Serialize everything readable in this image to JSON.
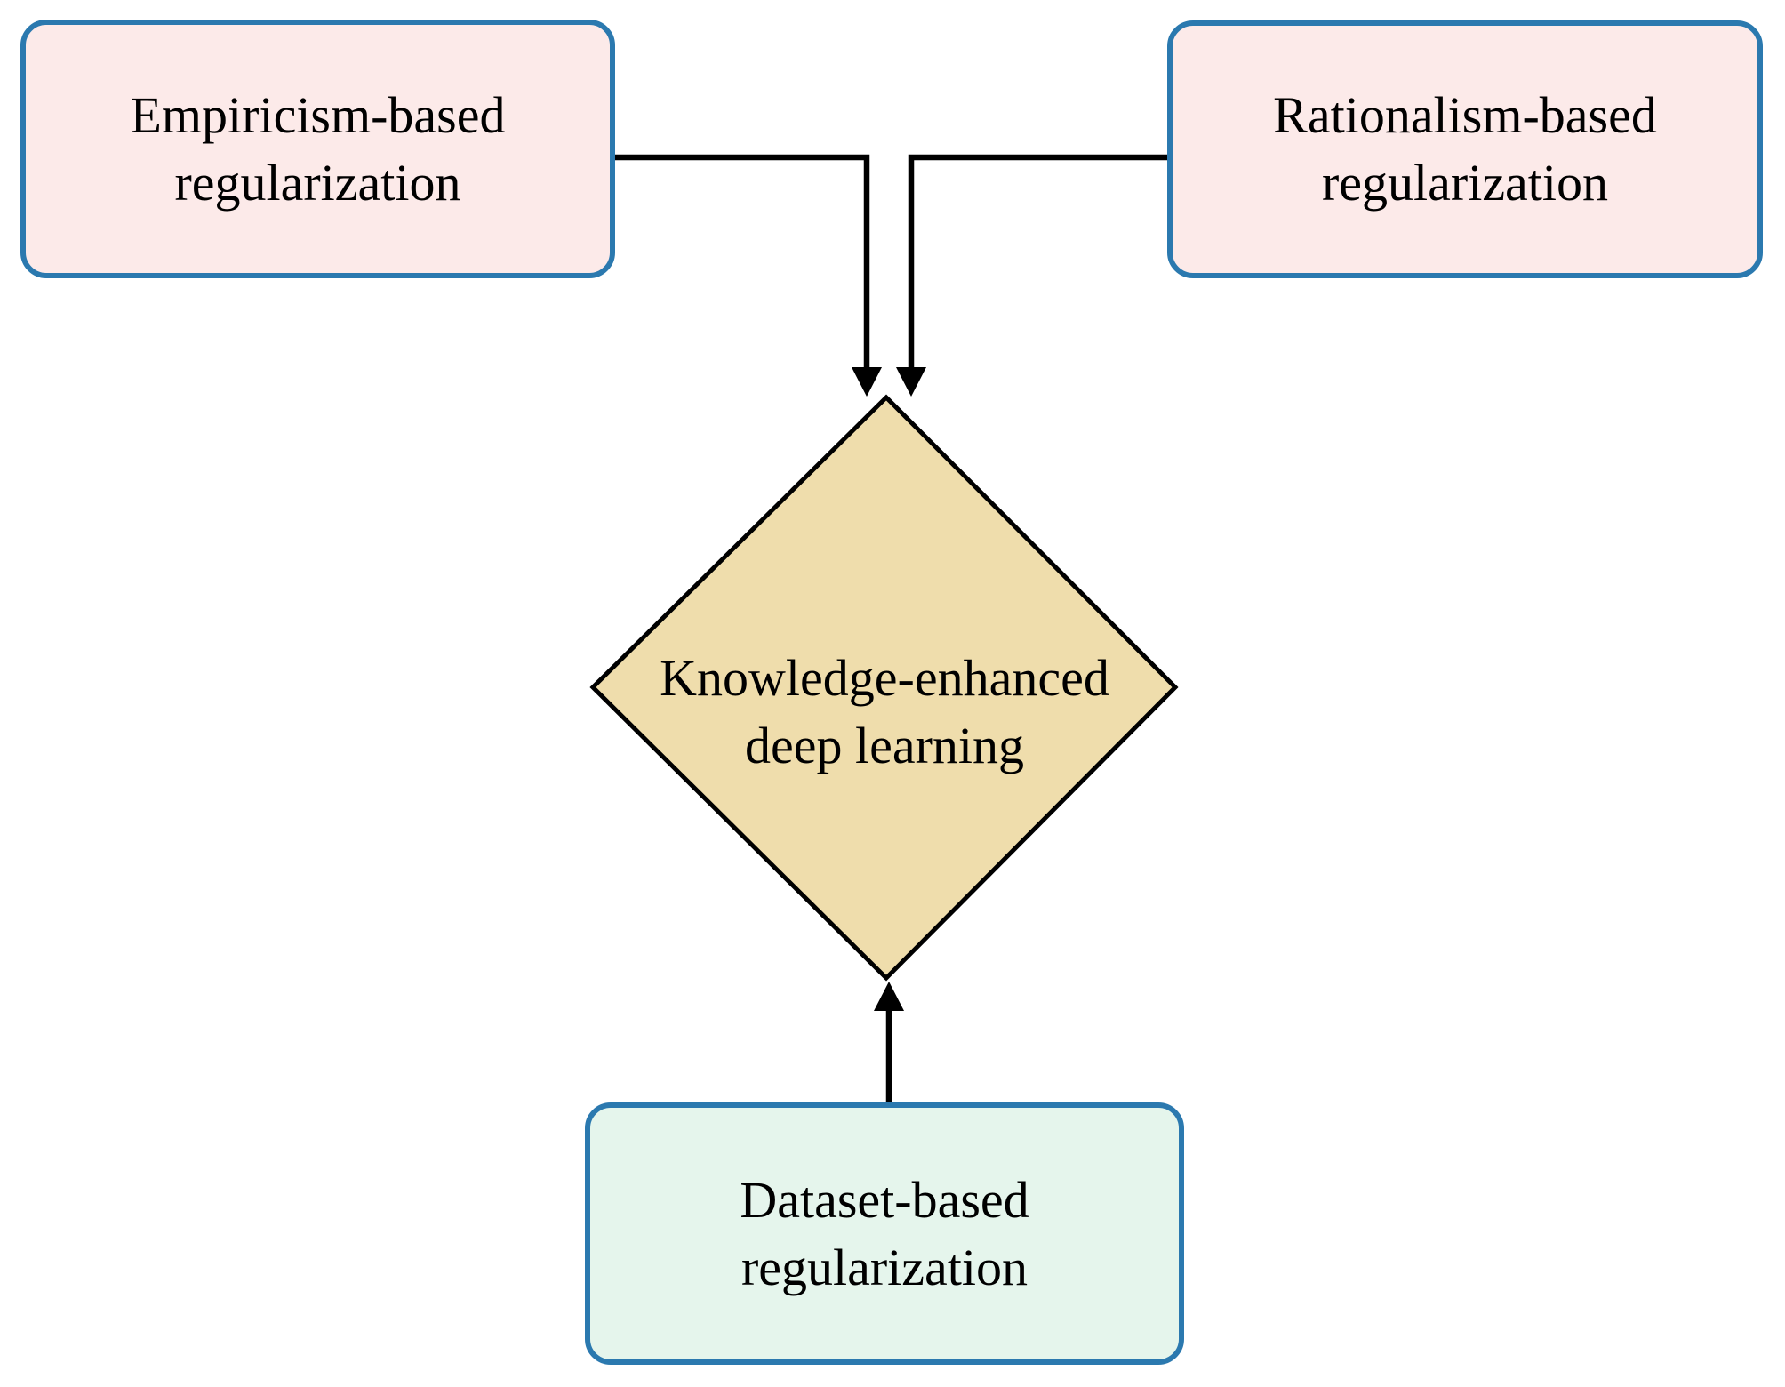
{
  "figure": {
    "type": "flow-diagram",
    "background": "#ffffff",
    "description": "Three regularization approaches feeding into knowledge-enhanced deep learning"
  },
  "colors": {
    "pink_fill": "#fceae9",
    "mint_fill": "#e5f5ec",
    "tan_fill": "#efddac",
    "border_blue": "#2b79af",
    "diamond_border": "#000000",
    "arrow_black": "#000000",
    "text": "#000000"
  },
  "nodes": {
    "empiricism": {
      "label": "Empiricism-based\nregularization",
      "shape": "rounded-rectangle",
      "fill": "#fceae9",
      "border": "#2b79af"
    },
    "rationalism": {
      "label": "Rationalism-based\nregularization",
      "shape": "rounded-rectangle",
      "fill": "#fceae9",
      "border": "#2b79af"
    },
    "dataset": {
      "label": "Dataset-based\nregularization",
      "shape": "rounded-rectangle",
      "fill": "#e5f5ec",
      "border": "#2b79af"
    },
    "kedl": {
      "label": "Knowledge-enhanced\ndeep learning",
      "shape": "diamond",
      "fill": "#efddac",
      "border": "#000000"
    }
  },
  "edges": [
    {
      "from": "empiricism",
      "to": "kedl",
      "arrow": "down"
    },
    {
      "from": "rationalism",
      "to": "kedl",
      "arrow": "down"
    },
    {
      "from": "dataset",
      "to": "kedl",
      "arrow": "up"
    }
  ]
}
